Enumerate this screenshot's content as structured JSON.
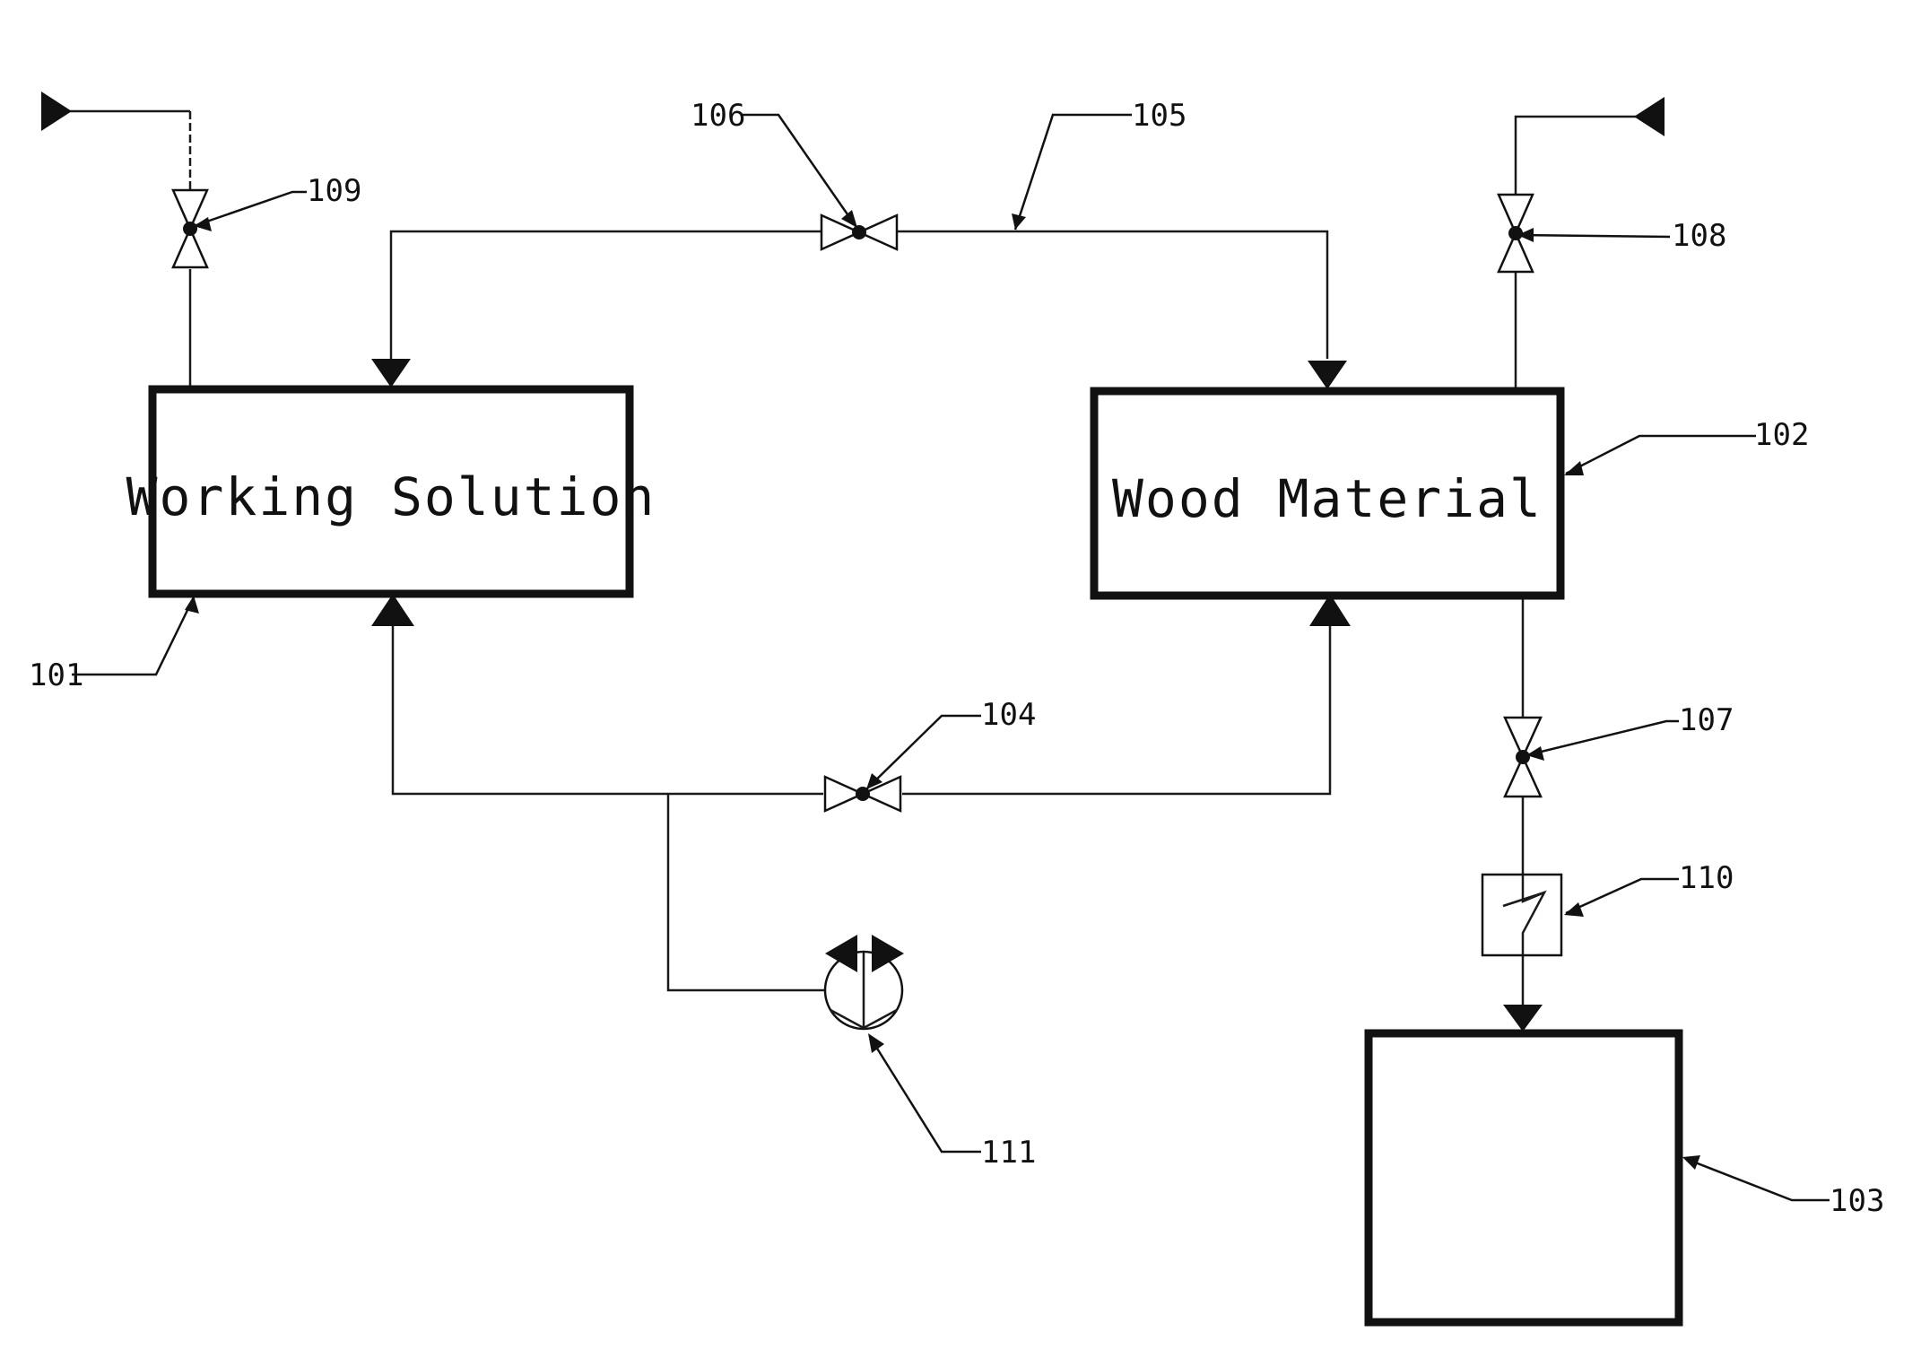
{
  "vessels": {
    "working_solution": {
      "label": "Working Solution",
      "ref": "101"
    },
    "wood_material": {
      "label": "Wood Material",
      "ref": "102"
    },
    "receiver": {
      "label": "",
      "ref": "103"
    }
  },
  "valves": {
    "v104": {
      "ref": "104"
    },
    "v106": {
      "ref": "106"
    },
    "v107": {
      "ref": "107"
    },
    "v108": {
      "ref": "108"
    },
    "v109": {
      "ref": "109"
    }
  },
  "lines": {
    "line105": {
      "ref": "105"
    }
  },
  "components": {
    "heater110": {
      "ref": "110"
    },
    "pump111": {
      "ref": "111"
    }
  }
}
